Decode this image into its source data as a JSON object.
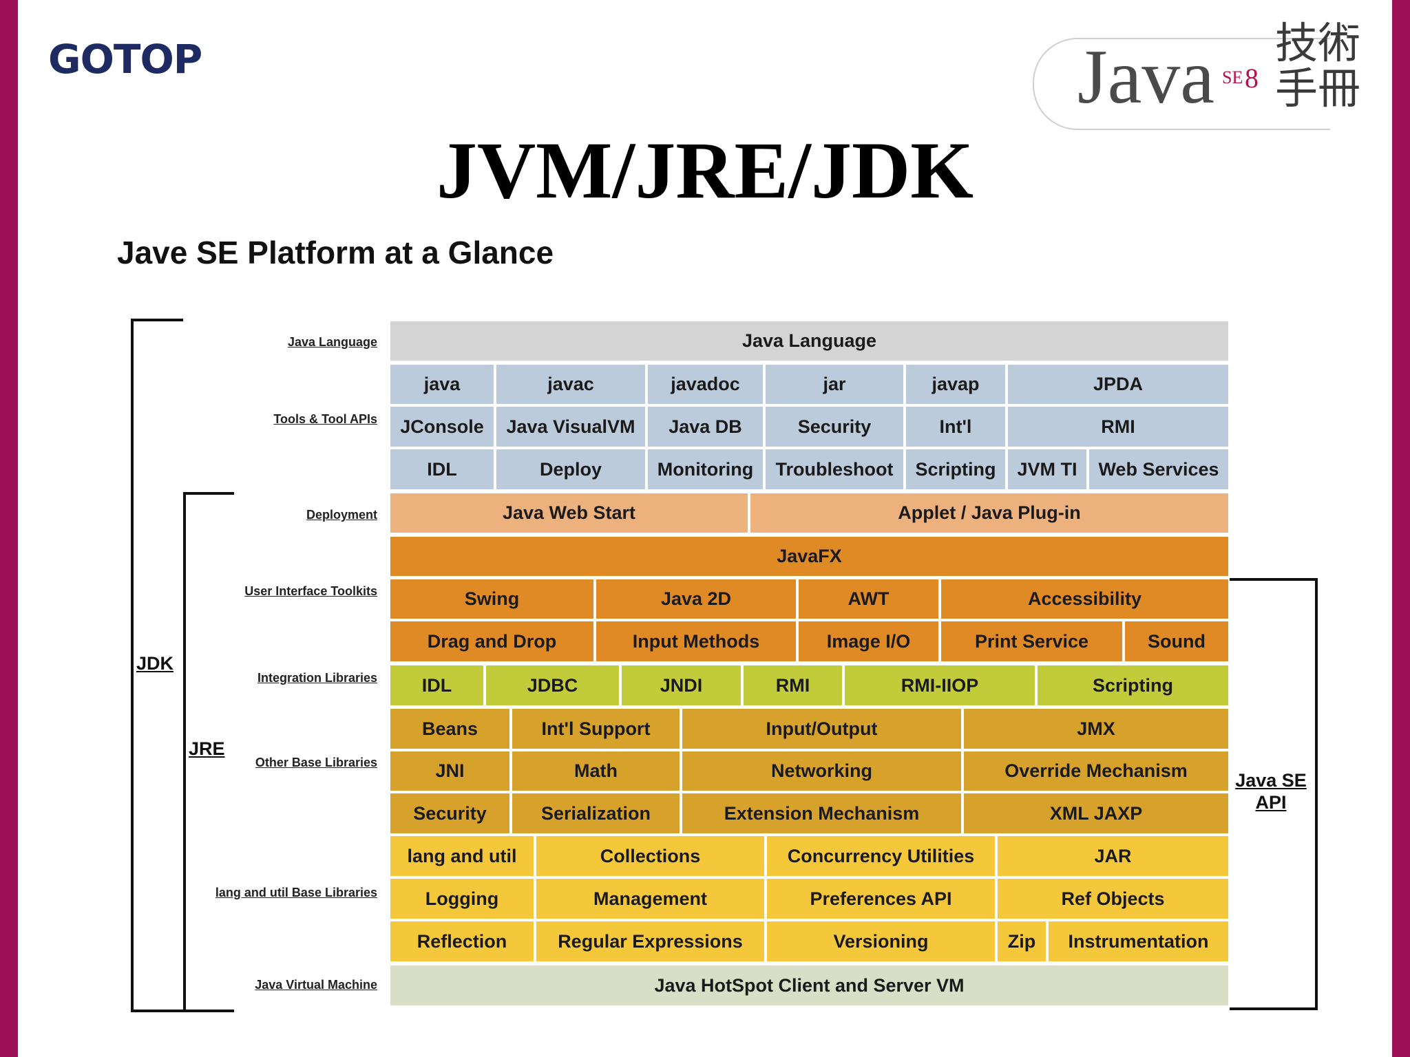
{
  "header": {
    "logo_text": "GOTOP",
    "java_badge": {
      "word": "Java",
      "se": "SE",
      "version": "8",
      "chinese": "技術手冊"
    },
    "title": "JVM/JRE/JDK",
    "subtitle": "Jave SE Platform at a Glance"
  },
  "brackets": {
    "jdk": "JDK",
    "jre": "JRE",
    "api": "Java SE API"
  },
  "row_labels": {
    "java_language": "Java Language",
    "tools": "Tools & Tool APIs",
    "deployment": "Deployment",
    "ui_toolkits": "User Interface Toolkits",
    "integration": "Integration Libraries",
    "other_base": "Other Base Libraries",
    "lang_util": "lang and util Base Libraries",
    "jvm": "Java Virtual Machine"
  },
  "colors": {
    "frame": "#9b1059",
    "language": "#d4d4d4",
    "tools": "#bccbdb",
    "deployment": "#edb17d",
    "ui": "#e08a25",
    "integration": "#c2cc3a",
    "other_base": "#d7a22c",
    "lang_util": "#f5c83c",
    "jvm": "#d9dfc6",
    "ink": "#1e2b63"
  },
  "diagram_cells": {
    "language": [
      "Java Language"
    ],
    "tools": [
      [
        "java",
        "javac",
        "javadoc",
        "jar",
        "javap",
        "JPDA"
      ],
      [
        "JConsole",
        "Java VisualVM",
        "Java DB",
        "Security",
        "Int'l",
        "RMI"
      ],
      [
        "IDL",
        "Deploy",
        "Monitoring",
        "Troubleshoot",
        "Scripting",
        "JVM TI",
        "Web Services"
      ]
    ],
    "deployment": [
      "Java Web Start",
      "Applet / Java Plug-in"
    ],
    "ui": [
      [
        "JavaFX"
      ],
      [
        "Swing",
        "Java 2D",
        "AWT",
        "Accessibility"
      ],
      [
        "Drag and Drop",
        "Input Methods",
        "Image I/O",
        "Print Service",
        "Sound"
      ]
    ],
    "integration": [
      "IDL",
      "JDBC",
      "JNDI",
      "RMI",
      "RMI-IIOP",
      "Scripting"
    ],
    "other_base": [
      [
        "Beans",
        "Int'l Support",
        "Input/Output",
        "JMX"
      ],
      [
        "JNI",
        "Math",
        "Networking",
        "Override Mechanism"
      ],
      [
        "Security",
        "Serialization",
        "Extension Mechanism",
        "XML JAXP"
      ]
    ],
    "lang_util": [
      [
        "lang and util",
        "Collections",
        "Concurrency Utilities",
        "JAR"
      ],
      [
        "Logging",
        "Management",
        "Preferences API",
        "Ref Objects"
      ],
      [
        "Reflection",
        "Regular Expressions",
        "Versioning",
        "Zip",
        "Instrumentation"
      ]
    ],
    "jvm": [
      "Java HotSpot Client and Server VM"
    ]
  }
}
